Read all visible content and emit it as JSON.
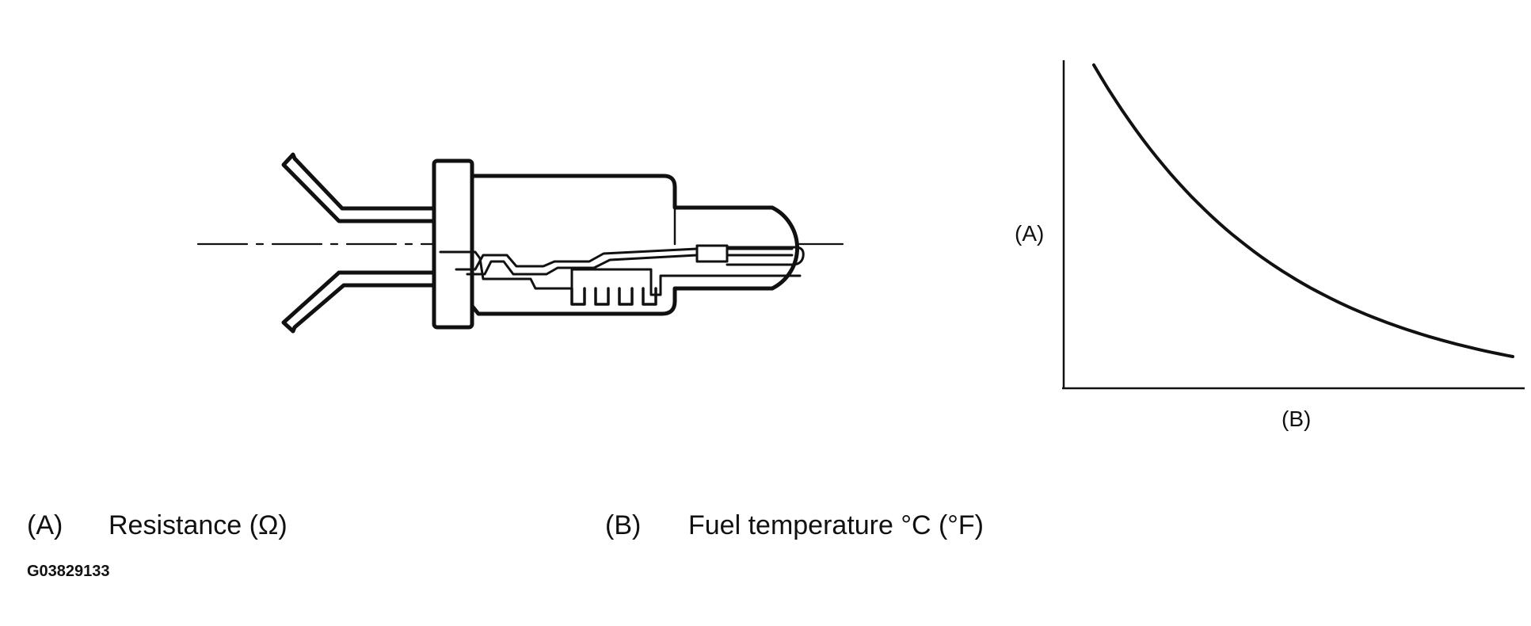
{
  "graph": {
    "y_axis_tag": "(A)",
    "x_axis_tag": "(B)",
    "trend": "resistance decreases as fuel temperature increases"
  },
  "legend": {
    "a_tag": "(A)",
    "a_text": "Resistance (Ω)",
    "b_tag": "(B)",
    "b_text": "Fuel temperature °C (°F)"
  },
  "figure_id": "G03829133",
  "colors": {
    "line": "#111111",
    "background": "#ffffff"
  }
}
